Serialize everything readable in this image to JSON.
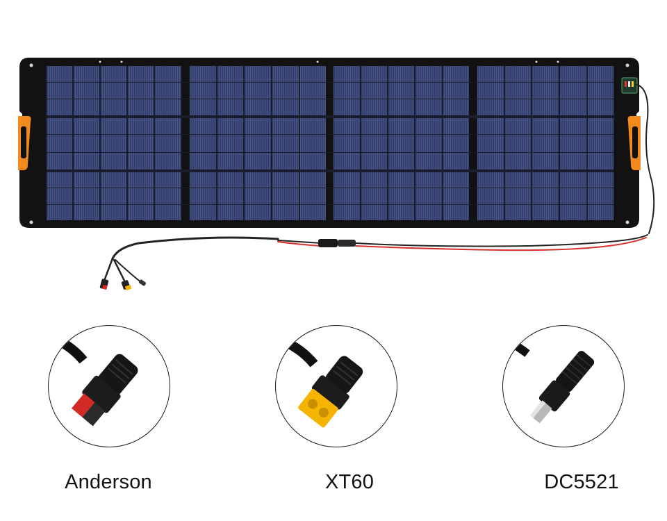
{
  "colors": {
    "panel_frame": "#121212",
    "cell_blue": "#2f3a66",
    "handle_orange": "#f28a1e",
    "cable_red": "#d6302b",
    "xt60_yellow": "#f5b400",
    "anderson_red": "#d42a26"
  },
  "connectors": [
    {
      "name": "anderson",
      "label": "Anderson"
    },
    {
      "name": "xt60",
      "label": "XT60"
    },
    {
      "name": "dc5521",
      "label": "DC5521"
    }
  ]
}
